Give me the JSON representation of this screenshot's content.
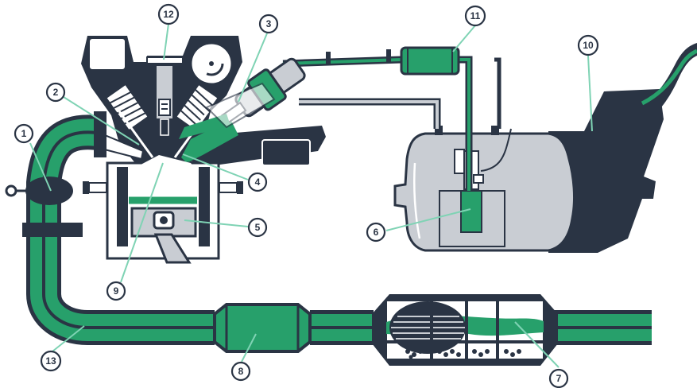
{
  "colors": {
    "dark": "#2a3444",
    "green": "#27a06b",
    "green_light": "#7fd3b4",
    "grey": "#c9cdd3",
    "white": "#ffffff"
  },
  "callouts": [
    {
      "id": "c1",
      "label": "1",
      "part": "exhaust-flange-valve"
    },
    {
      "id": "c2",
      "label": "2",
      "part": "exhaust-valve"
    },
    {
      "id": "c3",
      "label": "3",
      "part": "fuel-injector"
    },
    {
      "id": "c4",
      "label": "4",
      "part": "intake-valve"
    },
    {
      "id": "c5",
      "label": "5",
      "part": "piston"
    },
    {
      "id": "c6",
      "label": "6",
      "part": "fuel-pump"
    },
    {
      "id": "c7",
      "label": "7",
      "part": "muffler"
    },
    {
      "id": "c8",
      "label": "8",
      "part": "catalytic-converter"
    },
    {
      "id": "c9",
      "label": "9",
      "part": "combustion-chamber"
    },
    {
      "id": "c10",
      "label": "10",
      "part": "fuel-tank"
    },
    {
      "id": "c11",
      "label": "11",
      "part": "fuel-filter"
    },
    {
      "id": "c12",
      "label": "12",
      "part": "spark-plug"
    },
    {
      "id": "c13",
      "label": "13",
      "part": "exhaust-pipe"
    }
  ]
}
